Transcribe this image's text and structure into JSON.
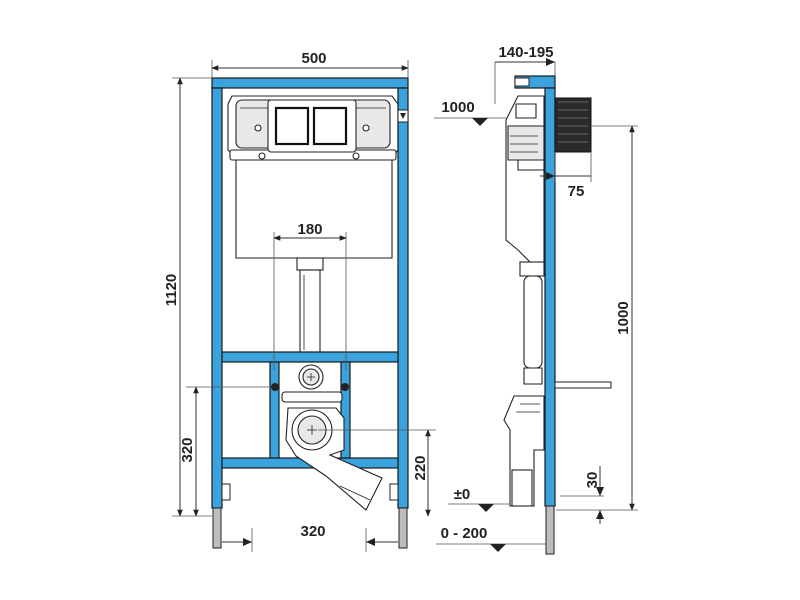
{
  "front_view": {
    "width_label": "500",
    "height_label": "1120",
    "inner_width_label": "180",
    "outlet_height_label": "320",
    "inlet_height_label": "220",
    "bolt_spacing_label": "320"
  },
  "side_view": {
    "depth_label": "140-195",
    "button_height_label": "1000",
    "button_depth_label": "75",
    "total_height_label": "1000",
    "floor_offset_label": "30",
    "floor_level_label": "±0",
    "adjust_range_label": "0 - 200"
  },
  "colors": {
    "frame": "#3aa3dd",
    "outline": "#1a1a1a"
  }
}
